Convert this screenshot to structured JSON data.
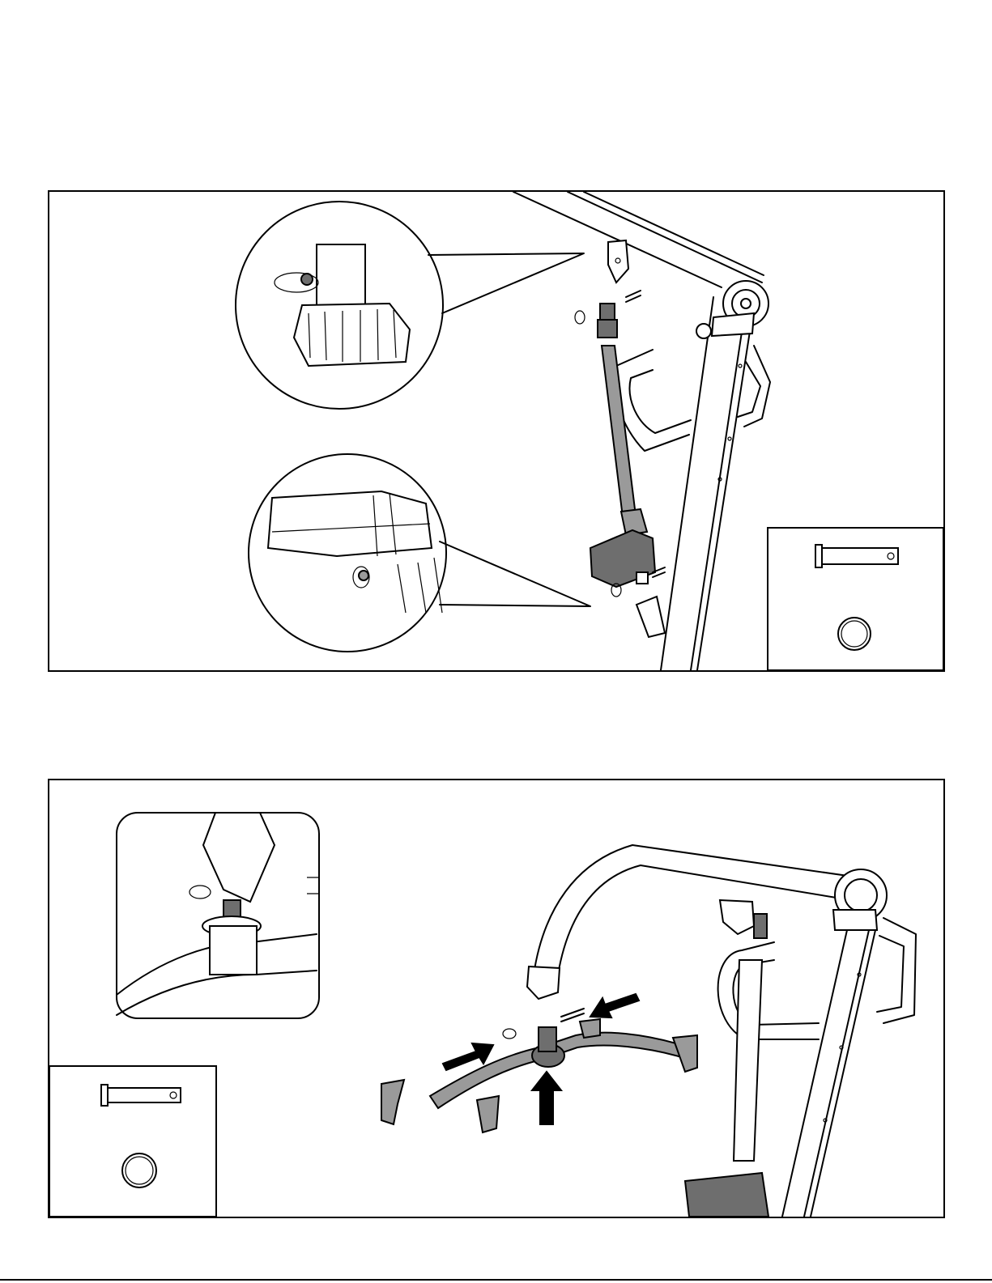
{
  "panels": [
    {
      "id": "panel-1",
      "callouts": [
        "actuator-top-detail",
        "actuator-bottom-detail"
      ],
      "parts_box": [
        "clevis-pin",
        "split-ring"
      ]
    },
    {
      "id": "panel-2",
      "callouts": [
        "spreader-bar-detail"
      ],
      "parts_box": [
        "clevis-pin",
        "split-ring"
      ],
      "arrows": 3
    }
  ],
  "colors": {
    "line": "#000000",
    "part_fill": "#9a9a9a",
    "part_dark": "#6e6e6e",
    "background": "#ffffff"
  }
}
